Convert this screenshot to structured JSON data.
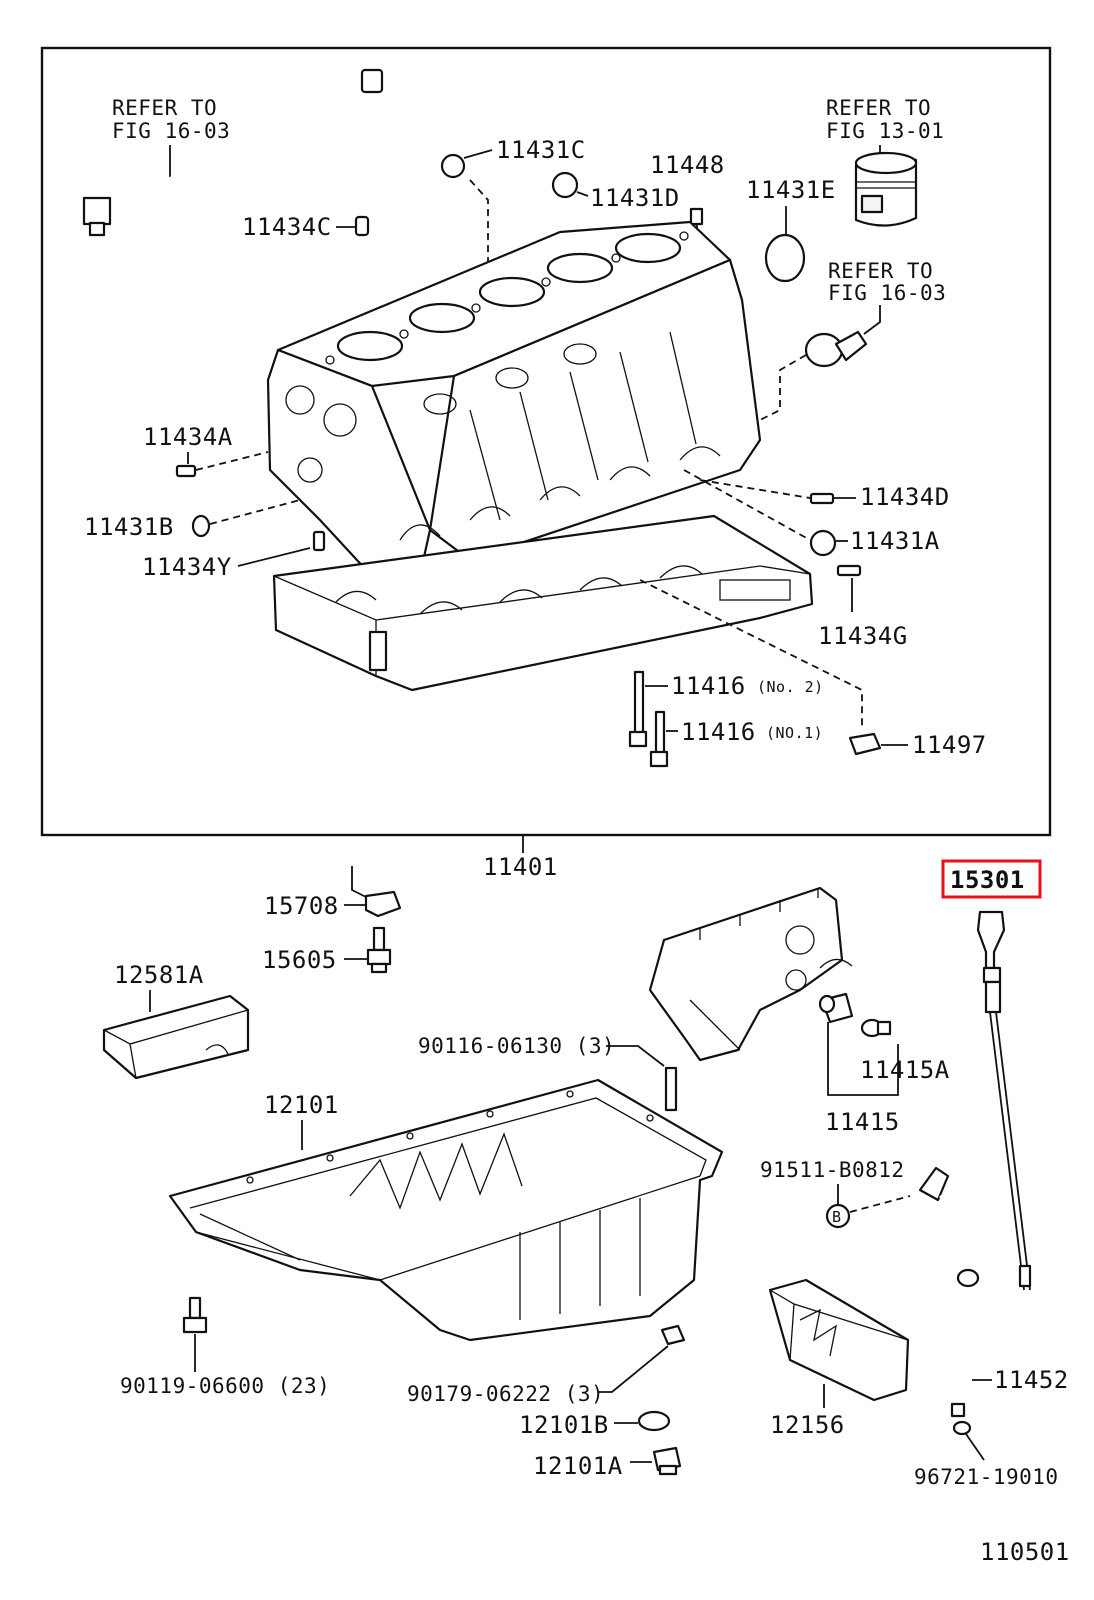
{
  "callouts": {
    "refer_fig_16_03_a_l1": "REFER TO",
    "refer_fig_16_03_a_l2": "FIG 16-03",
    "refer_fig_13_01_l1": "REFER TO",
    "refer_fig_13_01_l2": "FIG 13-01",
    "refer_fig_16_03_b_l1": "REFER TO",
    "refer_fig_16_03_b_l2": "FIG 16-03"
  },
  "parts": {
    "p11431C": "11431C",
    "p11448": "11448",
    "p11431D": "11431D",
    "p11431E": "11431E",
    "p11434C": "11434C",
    "p11434A": "11434A",
    "p11431B": "11431B",
    "p11434Y": "11434Y",
    "p11434D": "11434D",
    "p11431A": "11431A",
    "p11434G": "11434G",
    "p11416_no2": "11416",
    "p11416_no2_note": "(No. 2)",
    "p11416_no1": "11416",
    "p11416_no1_note": "(NO.1)",
    "p11497": "11497",
    "p11401": "11401",
    "p15301": "15301",
    "p15708": "15708",
    "p15605": "15605",
    "p12581A": "12581A",
    "p90116": "90116-06130 (3)",
    "p11415A": "11415A",
    "p11415": "11415",
    "p12101": "12101",
    "p91511": "91511-B0812",
    "p91511_mark": "B",
    "p11452": "11452",
    "p90119": "90119-06600 (23)",
    "p90179": "90179-06222 (3)",
    "p12101B": "12101B",
    "p12156": "12156",
    "p12101A": "12101A",
    "p96721": "96721-19010"
  },
  "figure_number": "110501",
  "highlight_color": "#e8101a"
}
